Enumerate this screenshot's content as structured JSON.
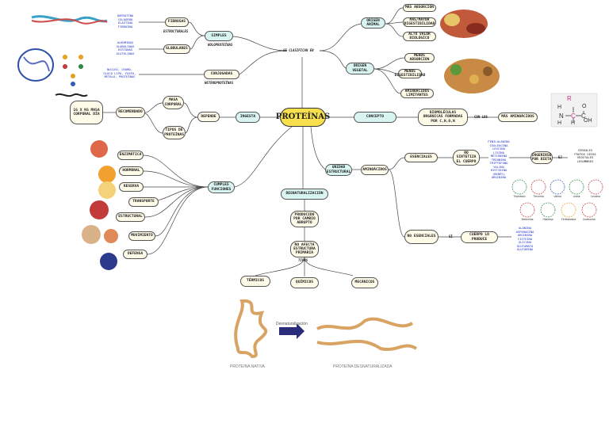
{
  "center": "PROTEÍNAS",
  "top_label": "SE CLASIFICAN EN",
  "clasificacion": {
    "simples": "SIMPLES",
    "simples_sub": "HOLOPROTEÍNAS",
    "fibrosas": "FIBROSAS",
    "fibrosas_sub": "ESTRUCTURALES",
    "fibrosas_ej": [
      "QUERATINA",
      "COLÁGENO",
      "ELASTINA",
      "FIBROÍNA"
    ],
    "globulares": "GLOBULARES",
    "globulares_ej": [
      "ALBÚMINAS",
      "GLOBULINAS",
      "HISTONAS",
      "GLUTELINAS"
    ],
    "conjugadas": "CONJUGADAS",
    "conjugadas_sub": "HETEROPROTEÍNAS",
    "conjugadas_ej": [
      "NUCLEO, CROMO,",
      "GLUCO LIPO, FOSFO,",
      "METALO, PROTEÍNAS"
    ]
  },
  "origen": {
    "animal": "ORIGEN ANIMAL",
    "animal_items": [
      "MÁS ABSORCIÓN",
      "MÁS/MAYOR DIGESTIBILIDAD",
      "ALTO VALOR BIOLÓGICO"
    ],
    "vegetal": "ORIGEN VEGETAL",
    "vegetal_items": [
      "MENOS ABSORCIÓN",
      "MENOS DIGESTIBILIDAD",
      "AMINOÁCIDOS LIMITANTES"
    ]
  },
  "ingesta": {
    "label": "INGESTA",
    "depende": "DEPENDE",
    "masa": "MASA CORPORAL",
    "tipos": "TIPOS DE PROTEÍNAS",
    "recomendado": "RECOMENDADO",
    "dosis": "1G X KG MASA CORPORAL DÍA"
  },
  "concepto": {
    "label": "CONCEPTO",
    "def": "BIOMOLÉCULAS ORGÁNICAS FORMADAS POR C,H,O,N",
    "con_los": "CON LOS",
    "aa": "MÁS AMINOÁCIDOS"
  },
  "estructura": {
    "label": "R",
    "atoms": [
      "H",
      "N",
      "H",
      "C",
      "C",
      "O",
      "OH",
      "H"
    ]
  },
  "funciones": {
    "label": "CUMPLES FUNCIONES",
    "items": [
      "ENZIMÁTICA",
      "HORMONAL",
      "RESERVA",
      "TRANSPORTE",
      "ESTRUCTURAL",
      "MOVIMIENTO",
      "DEFENSA"
    ]
  },
  "unidad": {
    "label": "UNIDAD ESTRUCTURAL",
    "aminoacidos": "AMINOÁCIDOS",
    "esenciales": "ESENCIALES",
    "no_sintetiza": "NO SINTETIZA EL CUERPO",
    "ingerir": "INGERIRSE POR DIETA",
    "ej": "EJ",
    "fuentes": [
      "CEREALES",
      "FRUTOS SECOS",
      "VEGETALES",
      "LEGUMBRES"
    ],
    "esenciales_lista": [
      "FENILALANINA",
      "ISOLEUCINA",
      "LEUCINA",
      "LISINA",
      "METIONINA",
      "TREONINA",
      "TRIPTÓFANO",
      "VALINA",
      "HISTIDINA",
      "(BEBÉS) ARGININA"
    ],
    "aa_names_row1": [
      "Triptófano",
      "Treonina",
      "Valina",
      "Lisina",
      "Leucina"
    ],
    "aa_names_row2": [
      "Metionina",
      "Histidina",
      "Fenilalanina",
      "Isoleucina"
    ],
    "no_esenciales": "NO ESENCIALES",
    "si": "SÍ",
    "cuerpo_produce": "CUERPO LO PRODUCE",
    "no_esenciales_lista": [
      "ALANINA",
      "ASPARAGINA",
      "ARGININA",
      "CISTEÍNA",
      "GLICINA",
      "GLUTAMATO",
      "GLUTAMINA"
    ]
  },
  "desnaturalizacion": {
    "label": "DESNATURALIZACIÓN",
    "produce": "PRODUCIDO POR CAMBIO ABRUPTO",
    "no_afecta": "NO AFECTA ESTRUCTURA PRIMARIA",
    "tipos": "TIPOS",
    "termicos": "TÉRMICOS",
    "quimicos": "QUÍMICOS",
    "mecanicos": "MECÁNICOS",
    "arrow": "Desnaturalización",
    "nativa": "PROTEÍNA NATIVA",
    "desnaturalizada": "PROTEÍNA DESNATURALIZADA"
  },
  "colors": {
    "main_fill": "#f7df4d",
    "node_fill": "#fffbe9",
    "cyan_fill": "#d9f5f1",
    "example_text": "#2233cc",
    "arrow": "#2b2c7c",
    "ribbon": "#d9a463"
  }
}
